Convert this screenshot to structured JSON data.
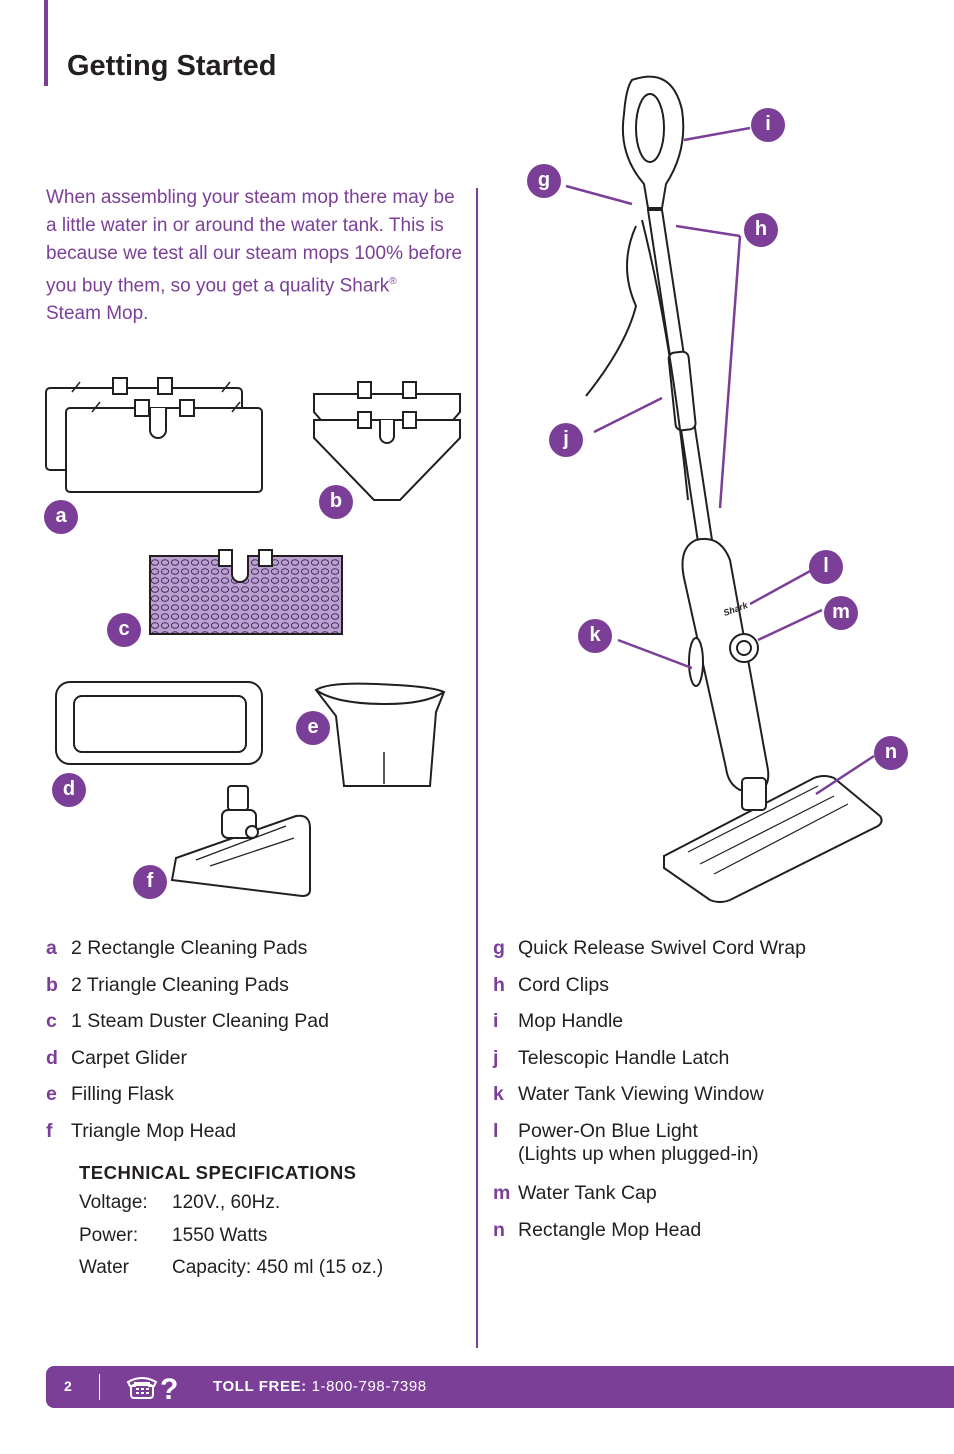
{
  "page": {
    "title": "Getting Started",
    "intro": "When assembling your steam mop there may be a little water in or around the water tank. This is because we test all our steam mops 100% before you buy them, so you get a quality Shark",
    "intro_sup": "®",
    "intro_end": "Steam Mop."
  },
  "accent_color": "#7b3f98",
  "figure_labels": {
    "a": "a",
    "b": "b",
    "c": "c",
    "d": "d",
    "e": "e",
    "f": "f",
    "g": "g",
    "h": "h",
    "i": "i",
    "j": "j",
    "k": "k",
    "l": "l",
    "m": "m",
    "n": "n"
  },
  "mop_brand_text": "Shark",
  "parts_left": [
    {
      "letter": "a",
      "label": "2 Rectangle Cleaning Pads"
    },
    {
      "letter": "b",
      "label": "2 Triangle Cleaning Pads"
    },
    {
      "letter": "c",
      "label": "1 Steam Duster Cleaning Pad"
    },
    {
      "letter": "d",
      "label": "Carpet Glider"
    },
    {
      "letter": "e",
      "label": "Filling Flask"
    },
    {
      "letter": "f",
      "label": "Triangle Mop Head"
    }
  ],
  "parts_right": [
    {
      "letter": "g",
      "label": "Quick Release Swivel Cord Wrap"
    },
    {
      "letter": "h",
      "label": "Cord Clips"
    },
    {
      "letter": "i",
      "label": "Mop Handle"
    },
    {
      "letter": "j",
      "label": "Telescopic Handle Latch"
    },
    {
      "letter": "k",
      "label": "Water Tank Viewing Window"
    },
    {
      "letter": "l",
      "label": "Power-On Blue Light",
      "sub": "(Lights up when plugged-in)"
    },
    {
      "letter": "m",
      "label": "Water Tank Cap"
    },
    {
      "letter": "n",
      "label": "Rectangle Mop Head"
    }
  ],
  "specs": {
    "heading": "TECHNICAL SPECIFICATIONS",
    "rows": [
      {
        "key": "Voltage:",
        "value": "120V., 60Hz."
      },
      {
        "key": "Power:",
        "value": "1550 Watts"
      },
      {
        "key": "Water",
        "value": "Capacity: 450 ml (15 oz.)"
      }
    ]
  },
  "footer": {
    "page_number": "2",
    "toll_label": "TOLL FREE:",
    "toll_number": "1-800-798-7398",
    "help_icon": "phone-question-icon"
  }
}
